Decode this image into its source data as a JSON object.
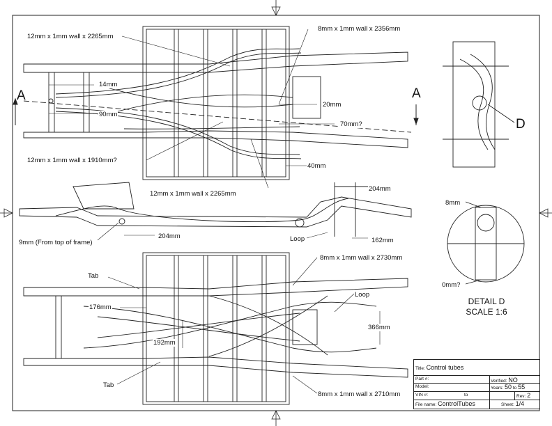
{
  "labels": {
    "tube_top_left": "12mm x 1mm wall x 2265mm",
    "tube_top_right": "8mm x 1mm wall x 2356mm",
    "dim_14": "14mm",
    "dim_90": "90mm",
    "dim_20": "20mm",
    "dim_70": "70mm?",
    "tube_1910": "12mm x 1mm wall x 1910mm?",
    "dim_40": "40mm",
    "tube_mid_2265": "12mm x 1mm wall x 2265mm",
    "dim_204_right": "204mm",
    "dim_204_left": "204mm",
    "dim_9": "9mm (From top of frame)",
    "loop_side": "Loop",
    "dim_162": "162mm",
    "tab_top": "Tab",
    "tube_2730": "8mm x 1mm wall x 2730mm",
    "loop_bottom": "Loop",
    "dim_176": "176mm",
    "dim_366": "366mm",
    "dim_192": "192mm",
    "tab_bottom": "Tab",
    "tube_2710": "8mm x 1mm wall x 2710mm",
    "section_a_left": "A",
    "section_a_right": "A",
    "detail_callout": "D",
    "detail_8mm": "8mm",
    "detail_0mm": "0mm?",
    "detail_title": "DETAIL D",
    "detail_scale": "SCALE 1:6"
  },
  "title_block": {
    "title_label": "Title:",
    "title_value": "Control tubes",
    "part_label": "Part #:",
    "verified_label": "Verified:",
    "verified_value": "NO",
    "model_label": "Model:",
    "years_label": "Years:",
    "year_from": "50",
    "to_label": "to",
    "year_to": "55",
    "vin_label": "VIN #:",
    "vin_to": "to",
    "rev_label": "Rev:",
    "rev_value": "2",
    "filename_label": "File name:",
    "filename_value": "ControlTubes",
    "sheet_label": "Sheet:",
    "sheet_value": "1/4"
  }
}
